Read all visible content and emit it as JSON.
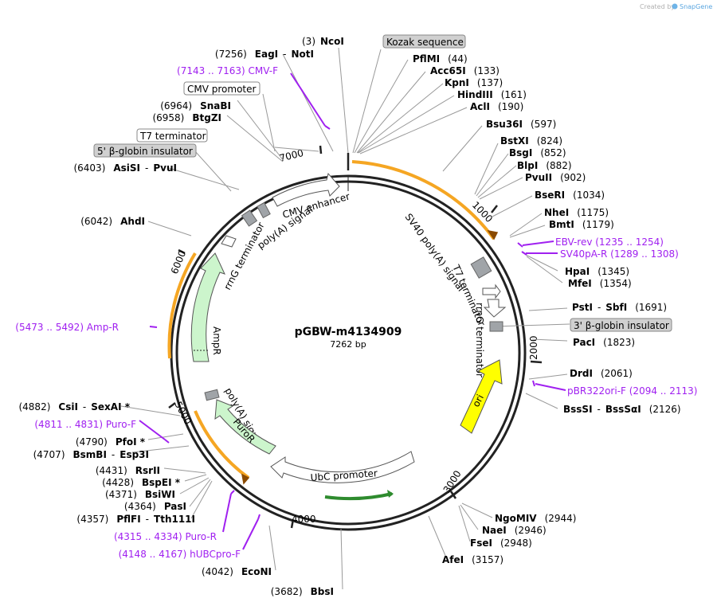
{
  "credit": "Created by",
  "brand": "SnapGene",
  "plasmid": {
    "name": "pGBW-m4134909",
    "size_label": "7262 bp"
  },
  "ticks": [
    "1000",
    "2000",
    "3000",
    "4000",
    "5000",
    "6000",
    "7000"
  ],
  "sites_right": [
    {
      "name": "NcoI",
      "pos": "(3)"
    },
    {
      "name": "PflMI",
      "pos": "(44)"
    },
    {
      "name": "Acc65I",
      "pos": "(133)"
    },
    {
      "name": "KpnI",
      "pos": "(137)"
    },
    {
      "name": "HindIII",
      "pos": "(161)"
    },
    {
      "name": "AclI",
      "pos": "(190)"
    },
    {
      "name": "Bsu36I",
      "pos": "(597)"
    },
    {
      "name": "BstXI",
      "pos": "(824)"
    },
    {
      "name": "BsgI",
      "pos": "(852)"
    },
    {
      "name": "BlpI",
      "pos": "(882)"
    },
    {
      "name": "PvuII",
      "pos": "(902)"
    },
    {
      "name": "BseRI",
      "pos": "(1034)"
    },
    {
      "name": "NheI",
      "pos": "(1175)"
    },
    {
      "name": "BmtI",
      "pos": "(1179)"
    },
    {
      "name": "HpaI",
      "pos": "(1345)"
    },
    {
      "name": "MfeI",
      "pos": "(1354)"
    },
    {
      "name": "PstI",
      "sep": "-",
      "name2": "SbfI",
      "pos": "(1691)"
    },
    {
      "name": "PacI",
      "pos": "(1823)"
    },
    {
      "name": "DrdI",
      "pos": "(2061)"
    },
    {
      "name": "BssSI",
      "sep": "-",
      "name2": "BssSαI",
      "pos": "(2126)"
    },
    {
      "name": "NgoMIV",
      "pos": "(2944)"
    },
    {
      "name": "NaeI",
      "pos": "(2946)"
    },
    {
      "name": "FseI",
      "pos": "(2948)"
    },
    {
      "name": "AfeI",
      "pos": "(3157)"
    }
  ],
  "sites_left": [
    {
      "pos": "(7256)",
      "name": "EagI",
      "sep": "-",
      "name2": "NotI"
    },
    {
      "pos": "(6964)",
      "name": "SnaBI"
    },
    {
      "pos": "(6958)",
      "name": "BtgZI"
    },
    {
      "pos": "(6403)",
      "name": "AsiSI",
      "sep": "-",
      "name2": "PvuI"
    },
    {
      "pos": "(6042)",
      "name": "AhdI"
    },
    {
      "pos": "(4882)",
      "name": "CsiI",
      "sep": "-",
      "name2": "SexAI *"
    },
    {
      "pos": "(4790)",
      "name": "PfoI *"
    },
    {
      "pos": "(4707)",
      "name": "BsmBI",
      "sep": "-",
      "name2": "Esp3I"
    },
    {
      "pos": "(4431)",
      "name": "RsrII"
    },
    {
      "pos": "(4428)",
      "name": "BspEI *"
    },
    {
      "pos": "(4371)",
      "name": "BsiWI"
    },
    {
      "pos": "(4364)",
      "name": "PasI"
    },
    {
      "pos": "(4357)",
      "name": "PflFI",
      "sep": "-",
      "name2": "Tth111I"
    },
    {
      "pos": "(4042)",
      "name": "EcoNI"
    },
    {
      "pos": "(3682)",
      "name": "BbsI"
    }
  ],
  "primers": [
    {
      "label": "(7143 .. 7163)  CMV-F"
    },
    {
      "label": "EBV-rev   (1235 .. 1254)"
    },
    {
      "label": "SV40pA-R   (1289 .. 1308)"
    },
    {
      "label": "pBR322ori-F   (2094 .. 2113)"
    },
    {
      "label": "(5473 .. 5492)  Amp-R"
    },
    {
      "label": "(4811 .. 4831)  Puro-F"
    },
    {
      "label": "(4315 .. 4334)  Puro-R"
    },
    {
      "label": "(4148 .. 4167)  hUBCpro-F"
    }
  ],
  "boxed_labels": [
    {
      "text": "Kozak sequence",
      "style": "gray"
    },
    {
      "text": "CMV promoter",
      "style": "white"
    },
    {
      "text": "T7 terminator",
      "style": "white"
    },
    {
      "text": "5' β-globin insulator",
      "style": "gray"
    },
    {
      "text": "3' β-globin insulator",
      "style": "gray"
    }
  ],
  "features": {
    "cmv_enhancer": "CMV enhancer",
    "polya_top": "poly(A) signal",
    "rrng_top": "rrnG terminator",
    "sv40_polya": "SV40 poly(A) signal",
    "t7_term": "T7 terminator",
    "rrng_right": "rrnG terminator",
    "ori": "ori",
    "ampr": "AmpR",
    "polya_bottom": "poly(A) signal",
    "puror": "PuroR",
    "ubc": "UbC promoter"
  },
  "colors": {
    "backbone": "#222222",
    "orf_orange": "#f5a623",
    "ori_yellow": "#ffff00",
    "marker_green": "#ccf5cc",
    "gray_feature": "#a0a4a8",
    "primer_purple": "#a020f0"
  }
}
